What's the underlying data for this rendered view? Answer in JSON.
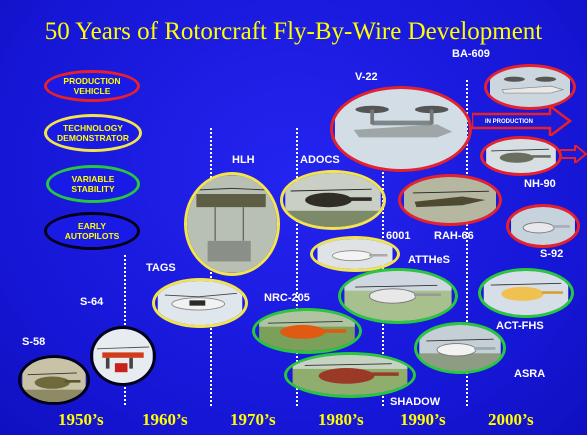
{
  "title": "50 Years of Rotorcraft Fly-By-Wire Development",
  "legend": [
    {
      "label": "PRODUCTION VEHICLE",
      "color": "#e8202a"
    },
    {
      "label": "TECHNOLOGY DEMONSTRATOR",
      "color": "#f4e44c"
    },
    {
      "label": "VARIABLE STABILITY",
      "color": "#28c83c"
    },
    {
      "label": "EARLY AUTOPILOTS",
      "color": "#000018"
    }
  ],
  "decades": [
    "1950’s",
    "1960’s",
    "1970’s",
    "1980’s",
    "1990’s",
    "2000’s"
  ],
  "aircraft": {
    "s58": "S-58",
    "s64": "S-64",
    "tags": "TAGS",
    "hlh": "HLH",
    "nrc205": "NRC-205",
    "adocs": "ADOCS",
    "v22": "V-22",
    "a6001": "6001",
    "shadow": "SHADOW",
    "atthes": "ATTHeS",
    "rah66": "RAH-66",
    "asra": "ASRA",
    "ba609": "BA-609",
    "nh90": "NH-90",
    "s92": "S-92",
    "actfhs": "ACT-FHS"
  },
  "in_production": "IN PRODUCTION",
  "colors": {
    "background": "#1a1ad8",
    "title": "#ffff00",
    "production": "#e8202a",
    "demonstrator": "#f4e44c",
    "variable_stability": "#28c83c",
    "early_autopilot": "#000018"
  }
}
